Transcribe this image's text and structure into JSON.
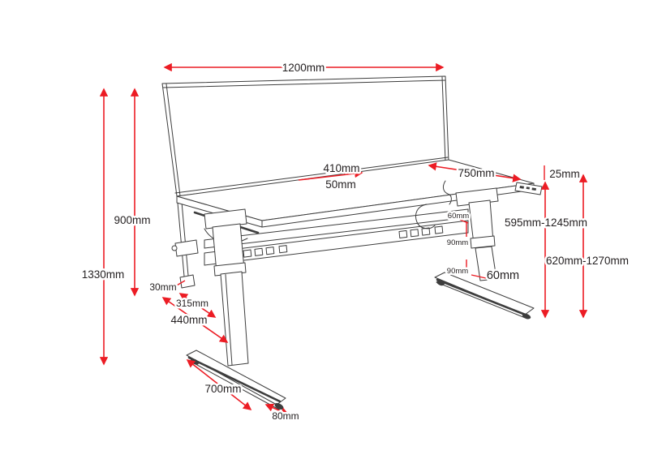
{
  "diagram": {
    "name": "Height adjustable desk with privacy screen - dimensioned line drawing",
    "background": "#ffffff",
    "line_color": "#3d3d3d",
    "dimension_color": "#ec1c24",
    "label_color": "#231f20"
  },
  "dims": {
    "width_1200": "1200mm",
    "screen_900": "900mm",
    "overall_1330": "1330mm",
    "offset_410": "410mm",
    "gap_50": "50mm",
    "depth_750": "750mm",
    "thickness_25": "25mm",
    "range_595_1245": "595mm-1245mm",
    "range_620_1270": "620mm-1270mm",
    "bracket_60": "60mm",
    "beam_90_upper": "90mm",
    "beam_90_lower": "90mm",
    "column_60": "60mm",
    "post_30": "30mm",
    "inset_315": "315mm",
    "offset_440": "440mm",
    "foot_700": "700mm",
    "foot_80": "80mm"
  }
}
